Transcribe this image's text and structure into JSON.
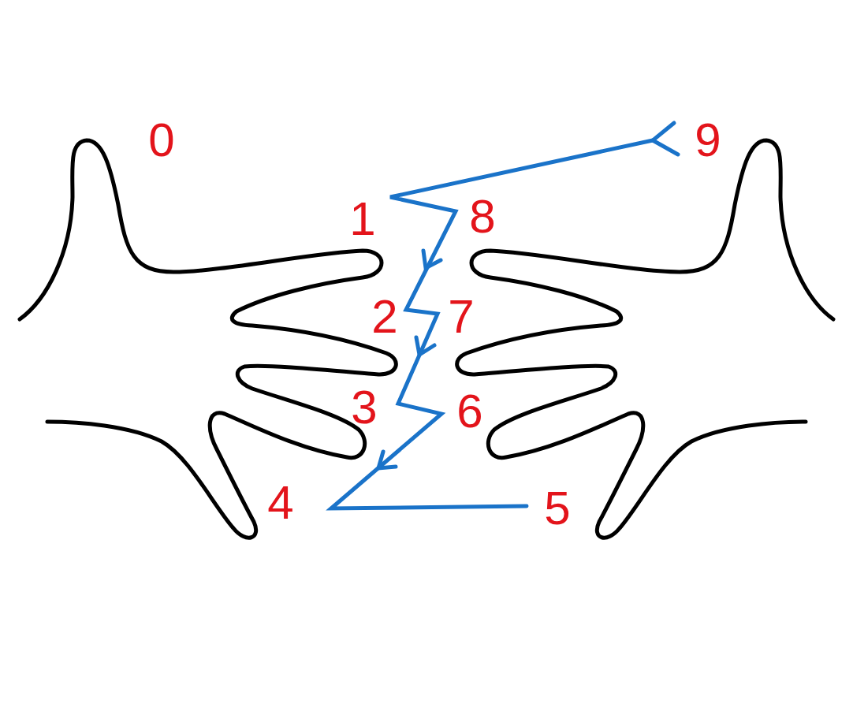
{
  "diagram": {
    "labels": [
      "0",
      "9",
      "1",
      "8",
      "2",
      "7",
      "3",
      "6",
      "4",
      "5"
    ]
  }
}
